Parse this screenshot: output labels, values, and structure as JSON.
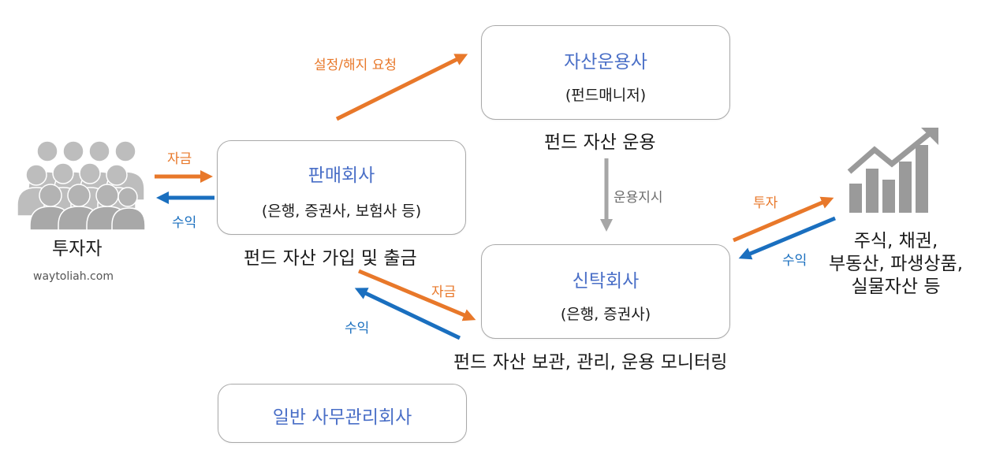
{
  "investor": {
    "label": "투자자",
    "watermark": "waytoliah.com",
    "icon": "investor-group-icon"
  },
  "sales_company": {
    "title": "판매회사",
    "subtitle": "(은행, 증권사, 보험사 등)",
    "caption": "펀드 자산 가입 및 출금"
  },
  "asset_manager": {
    "title": "자산운용사",
    "subtitle": "(펀드매니저)",
    "caption": "펀드 자산 운용"
  },
  "trust_company": {
    "title": "신탁회사",
    "subtitle": "(은행, 증권사)",
    "caption": "펀드 자산 보관, 관리, 운용 모니터링"
  },
  "admin_company": {
    "title": "일반 사무관리회사"
  },
  "assets": {
    "lines": [
      "주식, 채권,",
      "부동산, 파생상품,",
      "실물자산 등"
    ],
    "icon": "growth-chart-icon"
  },
  "arrows": {
    "funds_to_sales": "자금",
    "returns_to_investor": "수익",
    "setup_request": "설정/해지 요청",
    "management_instruction": "운용지시",
    "funds_to_trust": "자금",
    "returns_from_trust": "수익",
    "invest": "투자",
    "returns_from_assets": "수익"
  },
  "colors": {
    "title_blue": "#4a6fc7",
    "arrow_orange": "#e8782a",
    "arrow_blue": "#1a6fbf",
    "arrow_gray": "#a6a6a6"
  }
}
